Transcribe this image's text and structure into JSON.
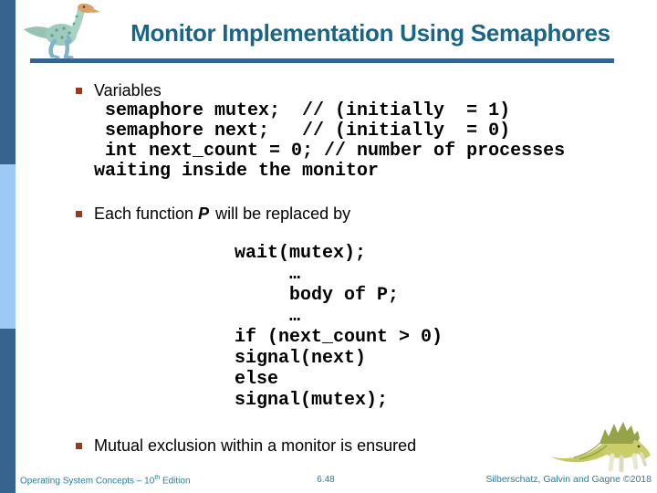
{
  "colors": {
    "title": "#1A6584",
    "accent_bar_dark": "#36648E",
    "accent_bar_light": "#9CC9F5",
    "bullet_square": "#9C3A16",
    "footer_text": "#2A7C99"
  },
  "icons": {
    "top_left": "dinosaur-logo",
    "bottom_right": "dinosaur-figure"
  },
  "header": {
    "title": "Monitor Implementation Using Semaphores"
  },
  "bullets": {
    "variables": {
      "label": "Variables"
    },
    "each_function": {
      "pre": "Each function",
      "emphasis": "P",
      "post": "will be replaced by"
    },
    "mutual_exclusion": {
      "label": "Mutual exclusion within a monitor is ensured"
    }
  },
  "code": {
    "variables_block": " semaphore mutex;  // (initially  = 1)\n semaphore next;   // (initially  = 0)\n int next_count = 0; // number of processes\nwaiting inside the monitor",
    "replacement_block": "wait(mutex);\n     …\n     body of P;\n     …\nif (next_count > 0)\nsignal(next)\nelse\nsignal(mutex);"
  },
  "footer": {
    "book_title_base": "Operating System Concepts – 10",
    "book_title_sup": "th",
    "book_title_rest": "Edition",
    "page_number": "6.48",
    "authors": "Silberschatz, Galvin and Gagne ©2018"
  }
}
